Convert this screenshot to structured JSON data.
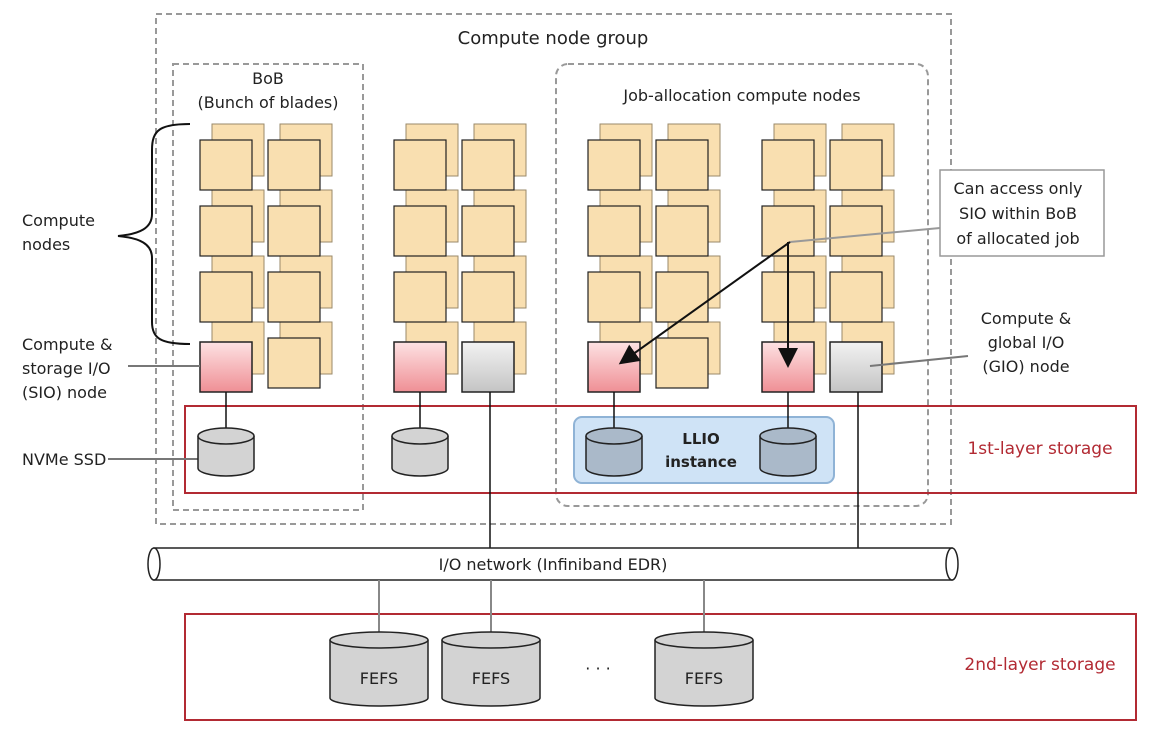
{
  "diagram": {
    "group_title": "Compute node group",
    "bob_title_line1": "BoB",
    "bob_title_line2": "(Bunch of blades)",
    "job_alloc_title": "Job-allocation compute nodes",
    "compute_nodes_line1": "Compute",
    "compute_nodes_line2": "nodes",
    "sio_line1": "Compute &",
    "sio_line2": "storage I/O",
    "sio_line3": "(SIO) node",
    "gio_line1": "Compute &",
    "gio_line2": "global I/O",
    "gio_line3": "(GIO) node",
    "nvme_label": "NVMe SSD",
    "callout_line1": "Can access only",
    "callout_line2": "SIO within BoB",
    "callout_line3": "of allocated job",
    "llio_line1": "LLIO",
    "llio_line2": "instance",
    "layer1_label": "1st-layer storage",
    "network_label": "I/O network (Infiniband EDR)",
    "layer2_label": "2nd-layer storage",
    "fefs_labels": [
      "FEFS",
      "FEFS",
      "FEFS"
    ],
    "ellipsis": "· · ·"
  },
  "colors": {
    "node_fill": "#f9dfb0",
    "sio_fill": "#f3a7ab",
    "gio_fill": "#d5d5d5",
    "layer_border": "#b22a33",
    "llio_fill": "#cfe3f6",
    "disk_grey": "#d3d3d3",
    "disk_blue": "#aab9c9"
  }
}
